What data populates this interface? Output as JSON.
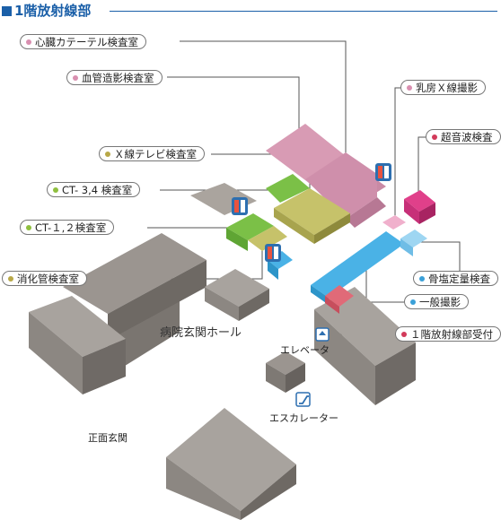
{
  "title": "1階放射線部",
  "labels": {
    "shinzo": "心臓カテーテル検査室",
    "kekkan": "血管造影検査室",
    "nyubo": "乳房Ｘ線撮影",
    "choonpa": "超音波検査",
    "xtv": "Ｘ線テレビ検査室",
    "ct34": "CT- 3,4 検査室",
    "ct12": "CT-１,２検査室",
    "shoka": "消化管検査室",
    "kotsuen": "骨塩定量検査",
    "ippan": "一般撮影",
    "uketsuke": "１階放射線部受付"
  },
  "places": {
    "hall": "病院玄関ホール",
    "elevator": "エレベータ",
    "escalator": "エスカレーター",
    "entrance": "正面玄関"
  },
  "colors": {
    "accent": "#1a5fa8",
    "pink_dot": "#d98fb0",
    "green_dot": "#8fbf3f",
    "olive_dot": "#b8a848",
    "blue_dot": "#3aa0d8",
    "red_dot": "#d23a5a"
  },
  "icons": [
    "restroom-icon",
    "elevator-icon",
    "escalator-icon"
  ]
}
